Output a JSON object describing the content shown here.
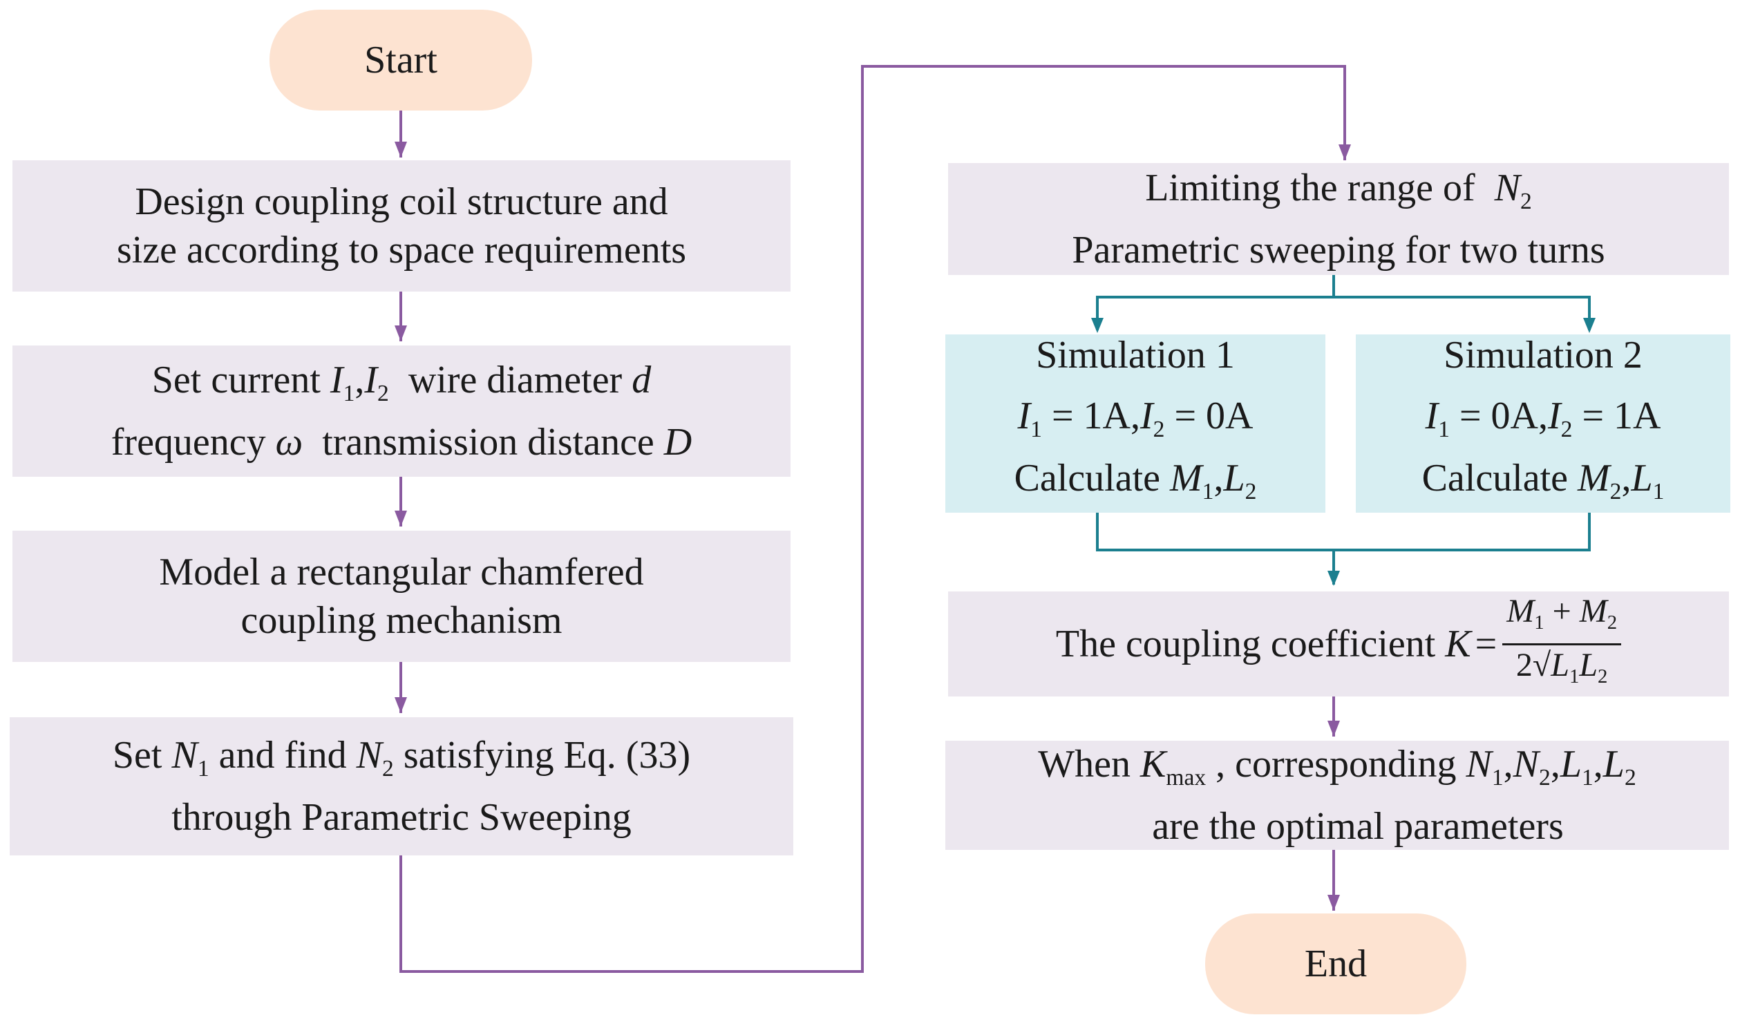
{
  "colors": {
    "process_fill": "#ece7ef",
    "simulation_fill": "#d7eef2",
    "terminal_fill": "#fde3d1",
    "main_arrow": "#8a5aa0",
    "branch_arrow": "#1b7f8f"
  },
  "nodes": {
    "start": "Start",
    "design": {
      "line1": "Design coupling coil structure and",
      "line2": "size according to space requirements"
    },
    "set_current": {
      "line1_prefix": "Set current",
      "i1": "I",
      "i1_sub": "1",
      "comma": ",",
      "i2": "I",
      "i2_sub": "2",
      "line1_mid": "wire diameter",
      "d": "d",
      "line2_prefix": "frequency",
      "omega": "ω",
      "line2_mid": "transmission distance",
      "D": "D"
    },
    "model": {
      "line1": "Model a rectangular chamfered",
      "line2": "coupling mechanism"
    },
    "set_n1": {
      "prefix": "Set",
      "n1": "N",
      "n1_sub": "1",
      "mid": "and find",
      "n2": "N",
      "n2_sub": "2",
      "suffix": "satisfying Eq. (33)",
      "line2": "through Parametric Sweeping"
    },
    "limit": {
      "line1": "Limiting the range of",
      "n2": "N",
      "n2_sub": "2",
      "line2": "Parametric sweeping for  two turns"
    },
    "sim1": {
      "title": "Simulation 1",
      "eq_i1": "I",
      "eq_i1_sub": "1",
      "eq_i1_val": "= 1A,",
      "eq_i2": "I",
      "eq_i2_sub": "2",
      "eq_i2_val": "= 0A",
      "calc": "Calculate",
      "m": "M",
      "m_sub": "1",
      "sep": ",",
      "l": "L",
      "l_sub": "2"
    },
    "sim2": {
      "title": "Simulation 2",
      "eq_i1": "I",
      "eq_i1_sub": "1",
      "eq_i1_val": "= 0A,",
      "eq_i2": "I",
      "eq_i2_sub": "2",
      "eq_i2_val": "= 1A",
      "calc": "Calculate",
      "m": "M",
      "m_sub": "2",
      "sep": ",",
      "l": "L",
      "l_sub": "1"
    },
    "coef": {
      "text": "The coupling coefficient",
      "k": "K",
      "eq": "=",
      "num_m1": "M",
      "num_m1_sub": "1",
      "plus": "+",
      "num_m2": "M",
      "num_m2_sub": "2",
      "den_two": "2",
      "den_l1": "L",
      "den_l1_sub": "1",
      "den_l2": "L",
      "den_l2_sub": "2"
    },
    "when": {
      "prefix": "When",
      "k": "K",
      "k_sub": "max",
      "mid": ", corresponding",
      "n1": "N",
      "n1_sub": "1",
      "n2": "N",
      "n2_sub": "2",
      "l1": "L",
      "l1_sub": "1",
      "l2": "L",
      "l2_sub": "2",
      "comma": ",",
      "line2": "are the optimal parameters"
    },
    "end": "End"
  }
}
